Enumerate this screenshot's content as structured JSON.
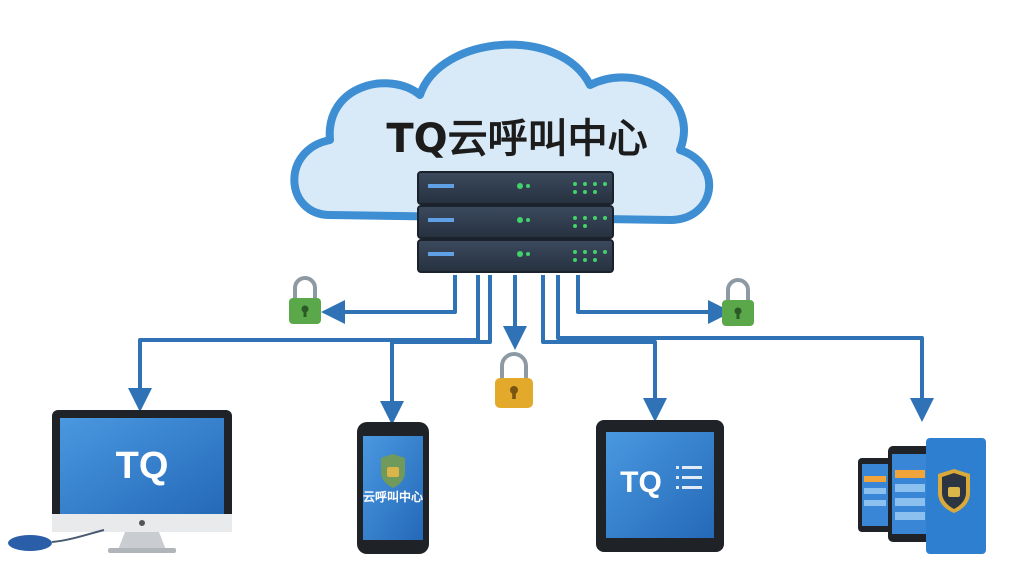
{
  "diagram": {
    "cloud_title": "TQ云呼叫中心",
    "devices": {
      "monitor_label": "TQ",
      "phone_label": "云呼叫中心",
      "tablet_label": "TQ"
    }
  },
  "colors": {
    "arrow": "#2f72b5",
    "cloud_fill": "#d8eaf8",
    "cloud_stroke": "#3d8ed3",
    "lock_green": "#5aa84a",
    "lock_gold": "#e3a92b",
    "screen_blue": "#2f7fd0",
    "device_frame": "#1f2327"
  },
  "icons": [
    "cloud-icon",
    "server-rack-icon",
    "padlock-icon",
    "desktop-monitor-icon",
    "mouse-icon",
    "smartphone-icon",
    "tablet-icon",
    "mobile-app-screens-icon",
    "shield-lock-icon"
  ]
}
